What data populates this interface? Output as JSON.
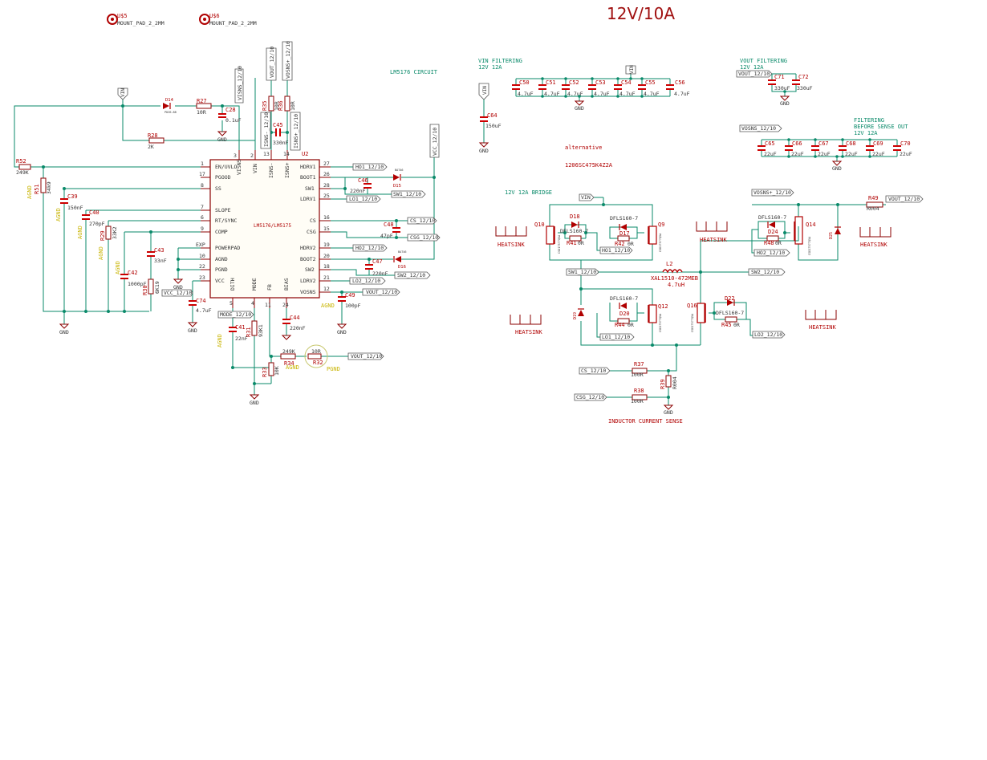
{
  "title": "12V/10A",
  "sections": {
    "lm_circuit": "LM5176 CIRCUIT",
    "vin_filter_1": "VIN FILTERING",
    "vin_filter_2": "12V 12A",
    "vout_filter_1": "VOUT FILTERING",
    "vout_filter_2": "12V 12A",
    "bridge": "12V 12A BRIDGE",
    "filt_1": "FILTERING",
    "filt_2": "BEFORE SENSE OUT",
    "filt_3": "12V 12A",
    "alt_1": "alternative",
    "alt_2": "1206SC475K4Z2A",
    "sense": "INDUCTOR CURRENT SENSE"
  },
  "pads": [
    {
      "ref": "U$5",
      "name": "MOUNT_PAD_2_2MM"
    },
    {
      "ref": "U$6",
      "name": "MOUNT_PAD_2_2MM"
    }
  ],
  "ic": {
    "ref": "U2",
    "name": "LM5176/LM5175",
    "left_pins": [
      {
        "num": "1",
        "name": "EN/UVLO"
      },
      {
        "num": "17",
        "name": "PGOOD"
      },
      {
        "num": "8",
        "name": "SS"
      },
      {
        "num": "7",
        "name": "SLOPE"
      },
      {
        "num": "6",
        "name": "RT/SYNC"
      },
      {
        "num": "9",
        "name": "COMP"
      },
      {
        "num": "EXP",
        "name": "POWERPAD"
      },
      {
        "num": "10",
        "name": "AGND"
      },
      {
        "num": "22",
        "name": "PGND"
      },
      {
        "num": "23",
        "name": "VCC"
      }
    ],
    "right_pins": [
      {
        "num": "27",
        "name": "HDRV1"
      },
      {
        "num": "26",
        "name": "BOOT1"
      },
      {
        "num": "28",
        "name": "SW1"
      },
      {
        "num": "25",
        "name": "LDRV1"
      },
      {
        "num": "16",
        "name": "CS"
      },
      {
        "num": "15",
        "name": "CSG"
      },
      {
        "num": "19",
        "name": "HDRV2"
      },
      {
        "num": "20",
        "name": "BOOT2"
      },
      {
        "num": "18",
        "name": "SW2"
      },
      {
        "num": "21",
        "name": "LDRV2"
      },
      {
        "num": "12",
        "name": "VOSNS"
      }
    ],
    "top_pins": [
      {
        "num": "3",
        "name": "VISNS"
      },
      {
        "num": "2",
        "name": "VIN"
      },
      {
        "num": "13",
        "name": "ISNS-"
      },
      {
        "num": "14",
        "name": "ISNS+"
      }
    ],
    "bottom_pins": [
      {
        "num": "5",
        "name": "DITH"
      },
      {
        "num": "4",
        "name": "MODE"
      },
      {
        "num": "11",
        "name": "FB"
      },
      {
        "num": "24",
        "name": "BIAS"
      }
    ]
  },
  "net_labels": {
    "vin": "VIN",
    "visns": "VISNS_12/10",
    "vout": "VOUT_12/10",
    "vosns_plus": "VOSNS+_12/10",
    "isns_minus": "ISNS-_12/10",
    "isns_plus": "ISNS+_12/10",
    "vcc": "VCC_12/10",
    "vcc2": "VCC_12/10",
    "ho1": "HO1_12/10",
    "sw1": "SW1_12/10",
    "lo1": "LO1_12/10",
    "cs": "CS_12/10",
    "csg": "CSG_12/10",
    "ho2": "HO2_12/10",
    "sw2": "SW2_12/10",
    "lo2": "LO2_12/10",
    "vout_a": "VOUT_12/10",
    "mode": "MODE_12/10",
    "vout_fb": "VOUT_12/10",
    "vout_f": "VOUT_12/10",
    "vosns_f": "VOSNS_12/10",
    "vin_b": "VIN",
    "vosns_b": "VOSNS+_12/10",
    "vout_b": "VOUT_12/10",
    "ho1_b": "HO1_12/10",
    "sw1_b": "SW1_12/10",
    "lo1_b": "LO1_12/10",
    "ho2_b": "HO2_12/10",
    "sw2_b": "SW2_12/10",
    "lo2_b": "LO2_12/10",
    "cs_b": "CS_12/10",
    "csg_b": "CSG_12/10"
  },
  "power": {
    "gnd": "GND",
    "agnd": "AGND",
    "pgnd": "PGND",
    "vin": "VIN"
  },
  "parts": {
    "r52": {
      "ref": "R52",
      "val": "249K"
    },
    "r51": {
      "ref": "R51",
      "val": "34k9"
    },
    "r28": {
      "ref": "R28",
      "val": "2K"
    },
    "r27": {
      "ref": "R27",
      "val": "10R"
    },
    "d14": {
      "ref": "D14",
      "val": "PDZ6.8B"
    },
    "c28": {
      "ref": "C28",
      "val": "0.1uF"
    },
    "c39": {
      "ref": "C39",
      "val": "150nF"
    },
    "c40": {
      "ref": "C40",
      "val": "270pF"
    },
    "r29": {
      "ref": "R29",
      "val": "33K2"
    },
    "c42": {
      "ref": "C42",
      "val": "1000pF"
    },
    "c43": {
      "ref": "C43",
      "val": "33nF"
    },
    "r30": {
      "ref": "R30",
      "val": "6K19"
    },
    "c74": {
      "ref": "C74",
      "val": "4.7uF"
    },
    "r35": {
      "ref": "R35",
      "val": "10R"
    },
    "r36": {
      "ref": "R36",
      "val": "10R"
    },
    "c45": {
      "ref": "C45",
      "val": "330nF"
    },
    "c46": {
      "ref": "C46",
      "val": "220nF"
    },
    "d15": {
      "ref": "D15",
      "val": "BAT46"
    },
    "c48": {
      "ref": "C48",
      "val": "47pF"
    },
    "c47": {
      "ref": "C47",
      "val": "220nF"
    },
    "d16": {
      "ref": "D16",
      "val": "BAT46"
    },
    "c49": {
      "ref": "C49",
      "val": "100pF"
    },
    "c41": {
      "ref": "C41",
      "val": "22nF"
    },
    "r31": {
      "ref": "R31",
      "val": "93K1"
    },
    "c44": {
      "ref": "C44",
      "val": "220nF"
    },
    "r34": {
      "ref": "R34",
      "val": "249K"
    },
    "r32": {
      "ref": "R32",
      "val": "10R"
    },
    "r33": {
      "ref": "R33",
      "val": "10K"
    },
    "c64": {
      "ref": "C64",
      "val": "150uF"
    },
    "c50": {
      "ref": "C50",
      "val": "4.7uF"
    },
    "c51": {
      "ref": "C51",
      "val": "4.7uF"
    },
    "c52": {
      "ref": "C52",
      "val": "4.7uF"
    },
    "c53": {
      "ref": "C53",
      "val": "4.7uF"
    },
    "c54": {
      "ref": "C54",
      "val": "4.7uF"
    },
    "c55": {
      "ref": "C55",
      "val": "4.7uF"
    },
    "c56": {
      "ref": "C56",
      "val": "4.7uF"
    },
    "c71": {
      "ref": "C71",
      "val": "330uF"
    },
    "c72": {
      "ref": "C72",
      "val": "330uF"
    },
    "c65": {
      "ref": "C65",
      "val": "22uF"
    },
    "c66": {
      "ref": "C66",
      "val": "22uF"
    },
    "c67": {
      "ref": "C67",
      "val": "22uF"
    },
    "c68": {
      "ref": "C68",
      "val": "22uF"
    },
    "c69": {
      "ref": "C69",
      "val": "22uF"
    },
    "c70": {
      "ref": "C70",
      "val": "22uF"
    },
    "q10": {
      "ref": "Q10",
      "val": "CSD17577Q5A"
    },
    "q9": {
      "ref": "Q9",
      "val": "CSD17577Q5A"
    },
    "q12": {
      "ref": "Q12",
      "val": "CSD17577Q5A"
    },
    "q16": {
      "ref": "Q16",
      "val": "CSD17577Q5A"
    },
    "q14": {
      "ref": "Q14",
      "val": "CSD17577Q5A"
    },
    "d18": {
      "ref": "D18",
      "val": "DFLS160-7"
    },
    "r41": {
      "ref": "R41",
      "val": "0R"
    },
    "d17": {
      "ref": "D17",
      "val": "DFLS160-7"
    },
    "r42": {
      "ref": "R42",
      "val": "0R"
    },
    "d20": {
      "ref": "D20",
      "val": "DFLS160-7"
    },
    "r44": {
      "ref": "R44",
      "val": "0R"
    },
    "d22": {
      "ref": "D22",
      "val": "DFLS160-7"
    },
    "r45": {
      "ref": "R45",
      "val": "0R"
    },
    "d24": {
      "ref": "D24",
      "val": "DFLS160-7"
    },
    "r48": {
      "ref": "R48",
      "val": "0R"
    },
    "d19": {
      "ref": "D19",
      "val": ""
    },
    "d25": {
      "ref": "D25",
      "val": ""
    },
    "l2": {
      "ref": "L2",
      "val": "XAL1510-472MEB",
      "val2": "4.7uH"
    },
    "r49": {
      "ref": "R49",
      "val": "R004"
    },
    "r37": {
      "ref": "R37",
      "val": "100R"
    },
    "r38": {
      "ref": "R38",
      "val": "100R"
    },
    "r39": {
      "ref": "R39",
      "val": "R004"
    }
  },
  "heatsinks": [
    "HEATSINK",
    "HEATSINK",
    "HEATSINK",
    "HEATSINK",
    "HEATSINK"
  ]
}
